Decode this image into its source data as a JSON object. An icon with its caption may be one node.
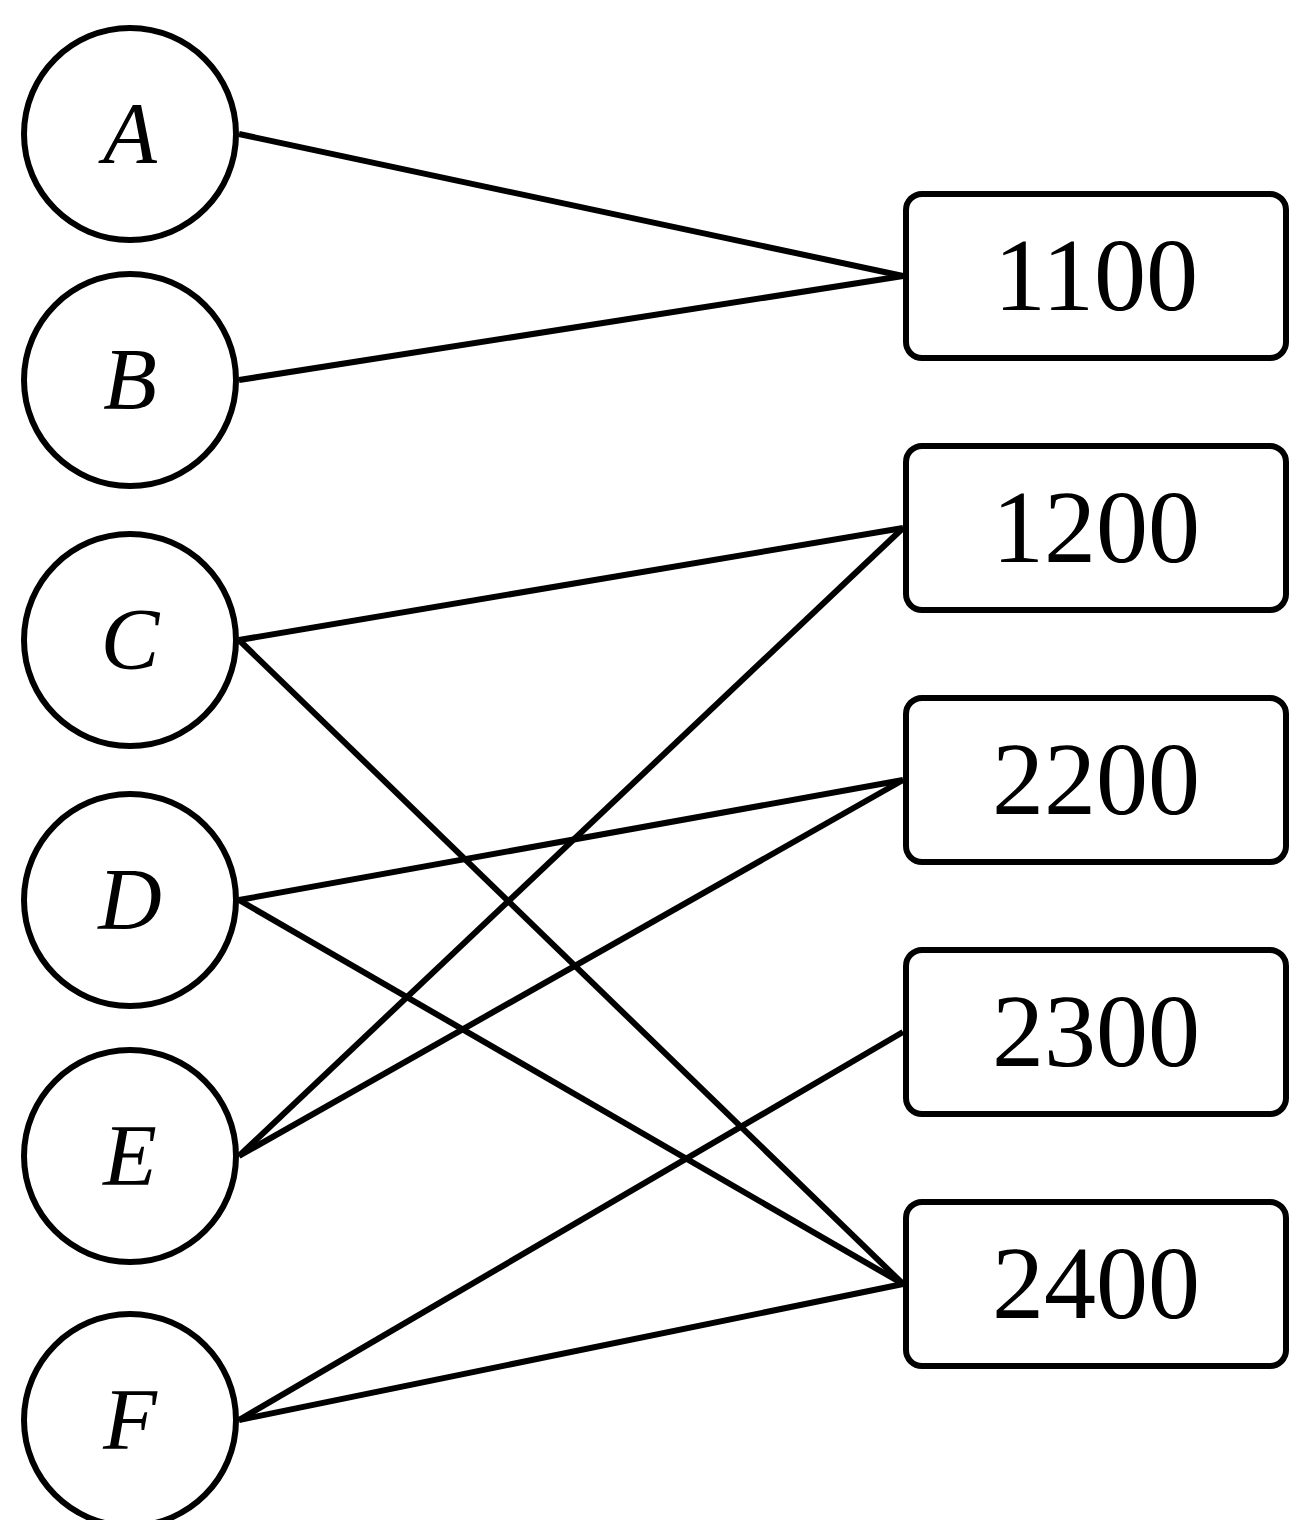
{
  "diagram": {
    "nodes": [
      {
        "text": [
          "A"
        ]
      },
      {
        "text": [
          "B"
        ]
      },
      {
        "text": [
          "C"
        ]
      },
      {
        "text": [
          "D"
        ]
      },
      {
        "text": [
          "E"
        ]
      },
      {
        "text": [
          "F"
        ]
      },
      {
        "text": [
          "1100"
        ]
      },
      {
        "text": [
          "1200"
        ]
      },
      {
        "text": [
          "2200"
        ]
      },
      {
        "text": [
          "2300"
        ]
      },
      {
        "text": [
          "2400"
        ]
      }
    ],
    "edges": [
      {
        "from": 0,
        "to": 6,
        "arrow": "none"
      },
      {
        "from": 1,
        "to": 6,
        "arrow": "none"
      },
      {
        "from": 2,
        "to": 7,
        "arrow": "none"
      },
      {
        "from": 2,
        "to": 10,
        "arrow": "none"
      },
      {
        "from": 3,
        "to": 8,
        "arrow": "none"
      },
      {
        "from": 3,
        "to": 10,
        "arrow": "none"
      },
      {
        "from": 4,
        "to": 7,
        "arrow": "none"
      },
      {
        "from": 4,
        "to": 8,
        "arrow": "none"
      },
      {
        "from": 5,
        "to": 9,
        "arrow": "none"
      },
      {
        "from": 5,
        "to": 10,
        "arrow": "none"
      }
    ]
  }
}
